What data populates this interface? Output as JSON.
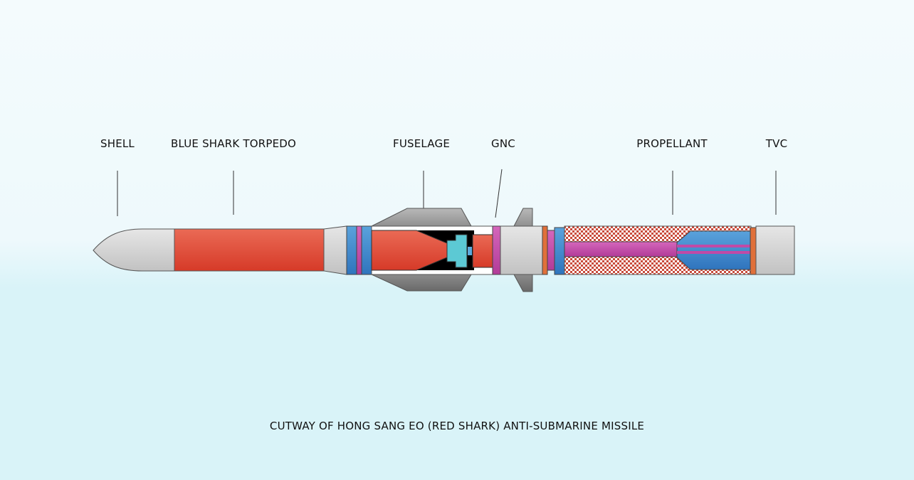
{
  "labels": {
    "shell": "SHELL",
    "torpedo": "BLUE SHARK TORPEDO",
    "fuselage": "FUSELAGE",
    "gnc": "GNC",
    "propellant": "PROPELLANT",
    "tvc": "TVC"
  },
  "caption": "CUTWAY OF HONG SANG EO (RED SHARK) ANTI-SUBMARINE MISSILE",
  "colors": {
    "shell_gray": "#d4d4d4",
    "torpedo_red": "#e04a36",
    "band_blue": "#3d86cc",
    "band_magenta": "#c04aa6",
    "orange": "#e0703a",
    "cyan": "#5cc9d4",
    "fin_gray": "#a0a0a0",
    "checker_red": "#c84a3a"
  }
}
